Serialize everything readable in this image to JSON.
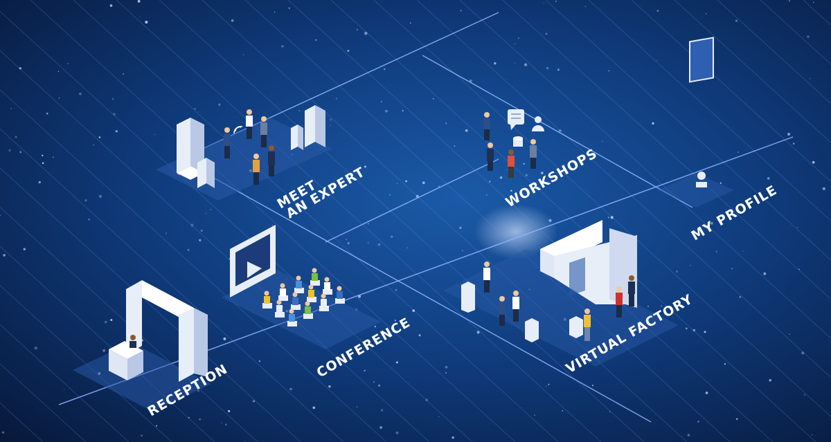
{
  "zones": {
    "meet_expert": {
      "line1": "MEET",
      "line2": "AN EXPERT"
    },
    "workshops": {
      "label": "WORKSHOPS"
    },
    "my_profile": {
      "label": "MY PROFILE"
    },
    "conference": {
      "label": "CONFERENCE"
    },
    "reception": {
      "label": "RECEPTION"
    },
    "virtual_factory": {
      "label": "VIRTUAL FACTORY"
    }
  },
  "colors": {
    "bg_deep": "#06122e",
    "bg_mid": "#0f3a7a",
    "line": "#8fb4ff",
    "platform": "#2a5aa8",
    "structure": "#e8eef8"
  },
  "icons": [
    "play-icon",
    "profile-card-icon",
    "speech-bubble-icon",
    "database-icon",
    "wifi-icon"
  ]
}
